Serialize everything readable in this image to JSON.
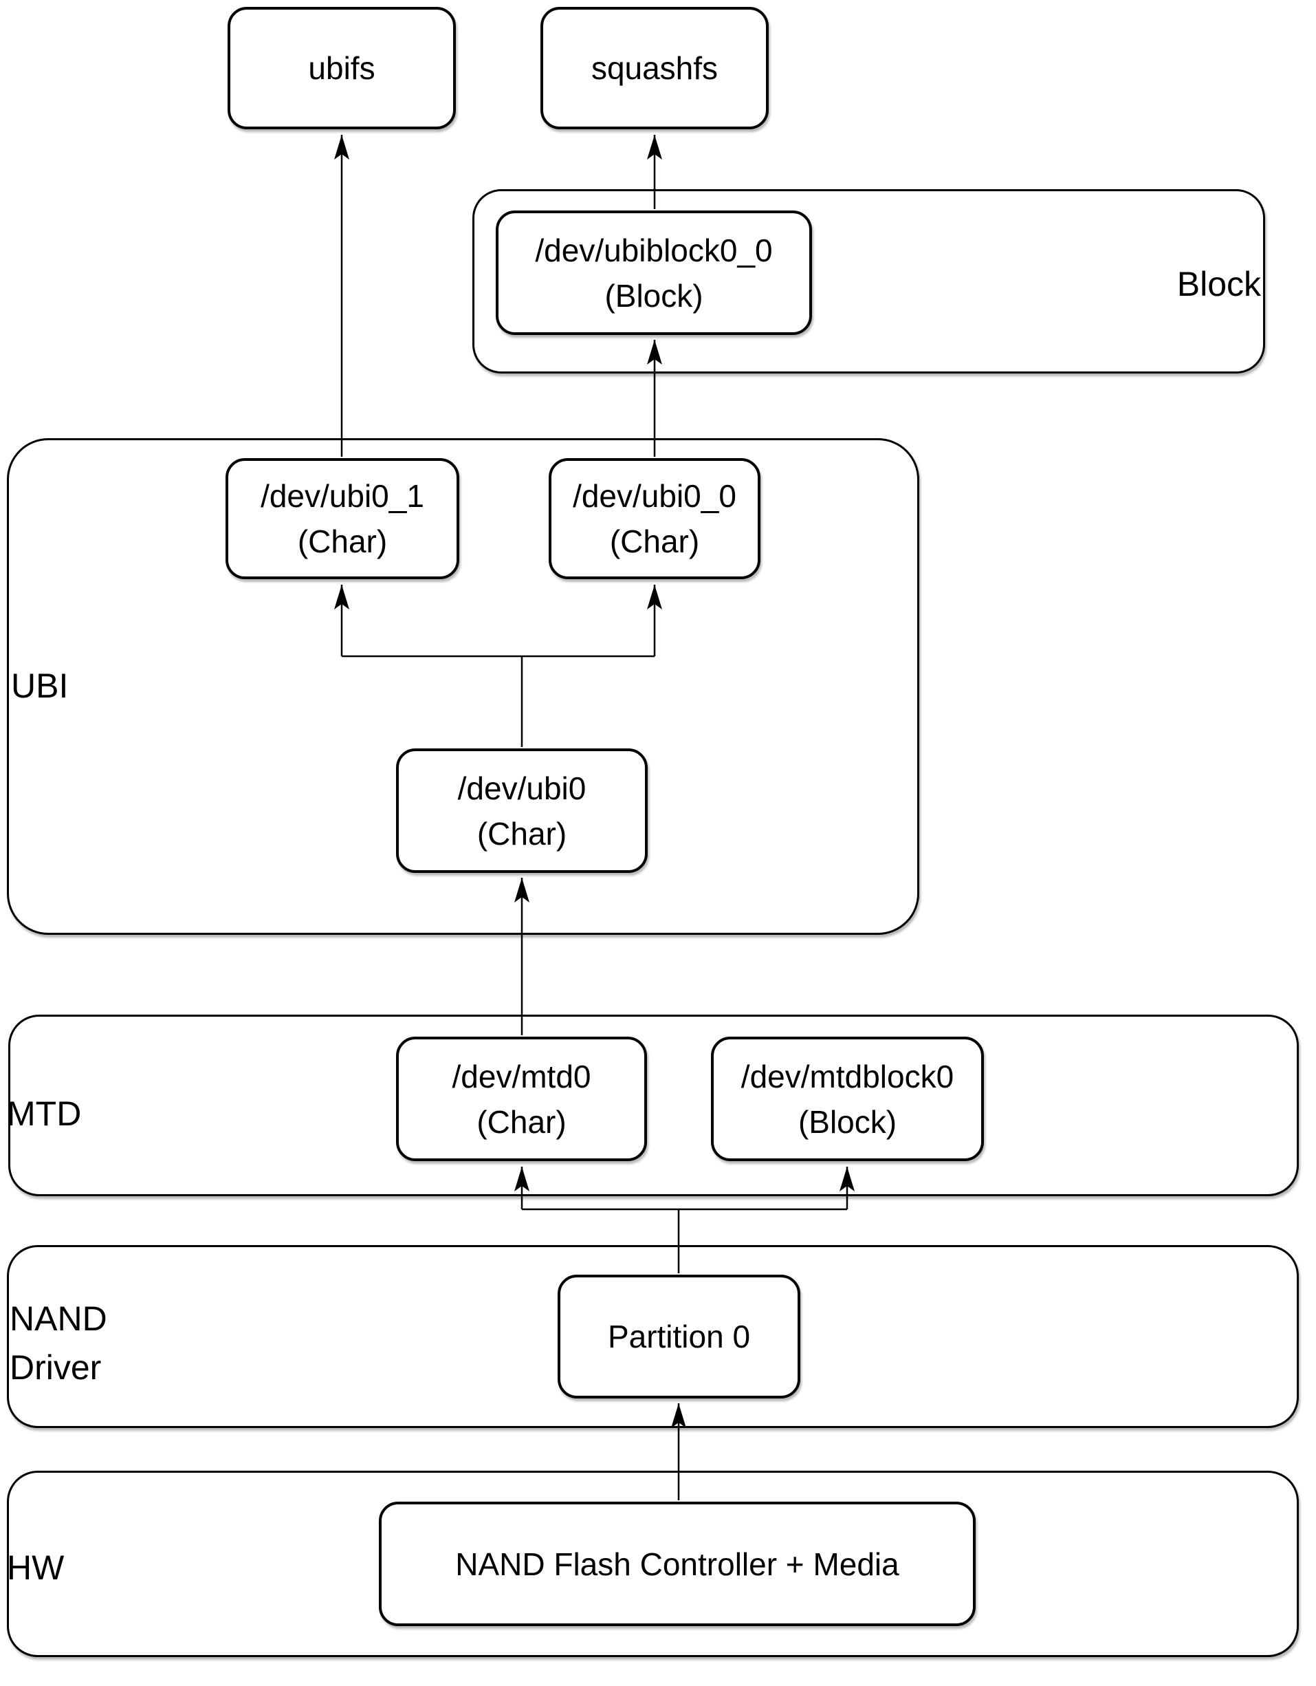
{
  "diagram": {
    "colors": {
      "stroke": "#000000",
      "fill": "#ffffff",
      "background": "#ffffff"
    },
    "containers": {
      "block": {
        "label": "Block"
      },
      "ubi": {
        "label": "UBI"
      },
      "mtd": {
        "label": "MTD"
      },
      "nand_driver": {
        "label": "NAND\nDriver"
      },
      "hw": {
        "label": "HW"
      }
    },
    "nodes": {
      "ubifs": {
        "label": "ubifs"
      },
      "squashfs": {
        "label": "squashfs"
      },
      "ubiblock0_0": {
        "line1": "/dev/ubiblock0_0",
        "line2": "(Block)"
      },
      "ubi0_1": {
        "line1": "/dev/ubi0_1",
        "line2": "(Char)"
      },
      "ubi0_0": {
        "line1": "/dev/ubi0_0",
        "line2": "(Char)"
      },
      "ubi0": {
        "line1": "/dev/ubi0",
        "line2": "(Char)"
      },
      "mtd0": {
        "line1": "/dev/mtd0",
        "line2": "(Char)"
      },
      "mtdblock0": {
        "line1": "/dev/mtdblock0",
        "line2": "(Block)"
      },
      "partition0": {
        "label": "Partition 0"
      },
      "nand_flash": {
        "label": "NAND Flash Controller + Media"
      }
    }
  }
}
